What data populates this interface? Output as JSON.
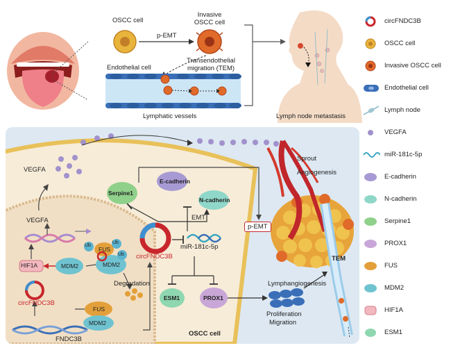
{
  "top": {
    "oscc_cell": "OSCC cell",
    "p_emt": "p-EMT",
    "invasive_oscc_cell": "Invasive OSCC cell",
    "endothelial_cell": "Endothelial cell",
    "tem": "Transendothelial migration (TEM)",
    "lymphatic_vessels": "Lymphatic vessels",
    "lymph_node_metastasis": "Lymph node metastasis"
  },
  "bottom": {
    "vegfa_out": "VEGFA",
    "vegfa_in": "VEGFA",
    "hif1a": "HIF1A",
    "mdm2_a": "MDM2",
    "mdm2_b": "MDM2",
    "mdm2_c": "MDM2",
    "fus_a": "FUS",
    "fus_b": "FUS",
    "ub1": "Ub",
    "ub2": "Ub",
    "ub3": "Ub",
    "circ_left": "circFNDC3B",
    "circ_mid": "circFNDC3B",
    "degradation": "Degradation",
    "fndc3b": "FNDC3B",
    "serpine1": "Serpine1",
    "ecadherin": "E-cadherin",
    "ncadherin": "N-cadherin",
    "emt": "EMT",
    "mir": "miR-181c-5p",
    "esm1": "ESM1",
    "prox1": "PROX1",
    "oscc_cell": "OSCC cell",
    "p_emt": "p-EMT",
    "sprout": "Sprout",
    "angiogenesis": "Angiogenesis",
    "tem": "TEM",
    "lymphangiogenesis": "Lymphangiogenesis",
    "proliferation": "Proliferation",
    "migration": "Migration"
  },
  "legend": [
    {
      "icon": "circfndc3b-icon",
      "label": "circFNDC3B"
    },
    {
      "icon": "oscc-cell-icon",
      "label": "OSCC cell"
    },
    {
      "icon": "invasive-oscc-cell-icon",
      "label": "Invasive OSCC cell"
    },
    {
      "icon": "endothelial-cell-icon",
      "label": "Endothelial cell"
    },
    {
      "icon": "lymph-node-icon",
      "label": "Lymph node"
    },
    {
      "icon": "vegfa-icon",
      "label": "VEGFA"
    },
    {
      "icon": "mirna-icon",
      "label": "miR-181c-5p"
    },
    {
      "icon": "e-cadherin-icon",
      "label": "E-cadherin"
    },
    {
      "icon": "n-cadherin-icon",
      "label": "N-cadherin"
    },
    {
      "icon": "serpine1-icon",
      "label": "Serpine1"
    },
    {
      "icon": "prox1-icon",
      "label": "PROX1"
    },
    {
      "icon": "fus-icon",
      "label": "FUS"
    },
    {
      "icon": "mdm2-icon",
      "label": "MDM2"
    },
    {
      "icon": "hif1a-icon",
      "label": "HIF1A"
    },
    {
      "icon": "esm1-icon",
      "label": "ESM1"
    }
  ],
  "colors": {
    "circ_red": "#c8262c",
    "circ_blue": "#3d8fd1",
    "oscc_yellow": "#e9b43b",
    "invasive_orange": "#e06a2a",
    "endothelial_blue": "#3a6fb8",
    "vegfa_purple": "#9b86c6",
    "mirna_teal": "#3aa6c2",
    "nucleus_beige": "#f3e6d2",
    "panel_bg": "#dde8f2"
  }
}
